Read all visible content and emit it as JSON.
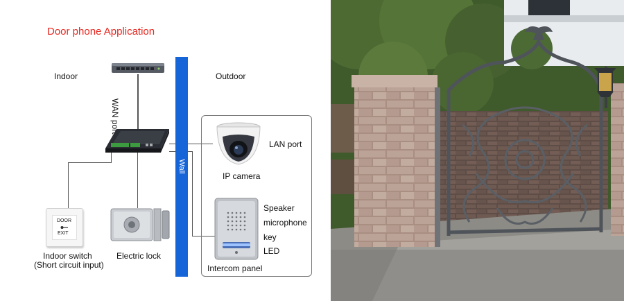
{
  "diagram": {
    "title": "Door phone Application",
    "indoor_label": "Indoor",
    "outdoor_label": "Outdoor",
    "wall_label": "Wall",
    "wan_port_label": "WAN port",
    "lan_port_label": "LAN port",
    "ip_camera_label": "IP camera",
    "features": [
      "Speaker",
      "microphone",
      "key",
      "LED"
    ],
    "intercom_panel_label": "Intercom panel",
    "indoor_switch_label": "Indoor switch",
    "indoor_switch_sub": "(Short circuit input)",
    "electric_lock_label": "Electric lock",
    "exit_button_text": [
      "DOOR",
      "EXIT"
    ]
  },
  "colors": {
    "title": "#e8261f",
    "wall": "#1565d8",
    "line": "#555555"
  }
}
